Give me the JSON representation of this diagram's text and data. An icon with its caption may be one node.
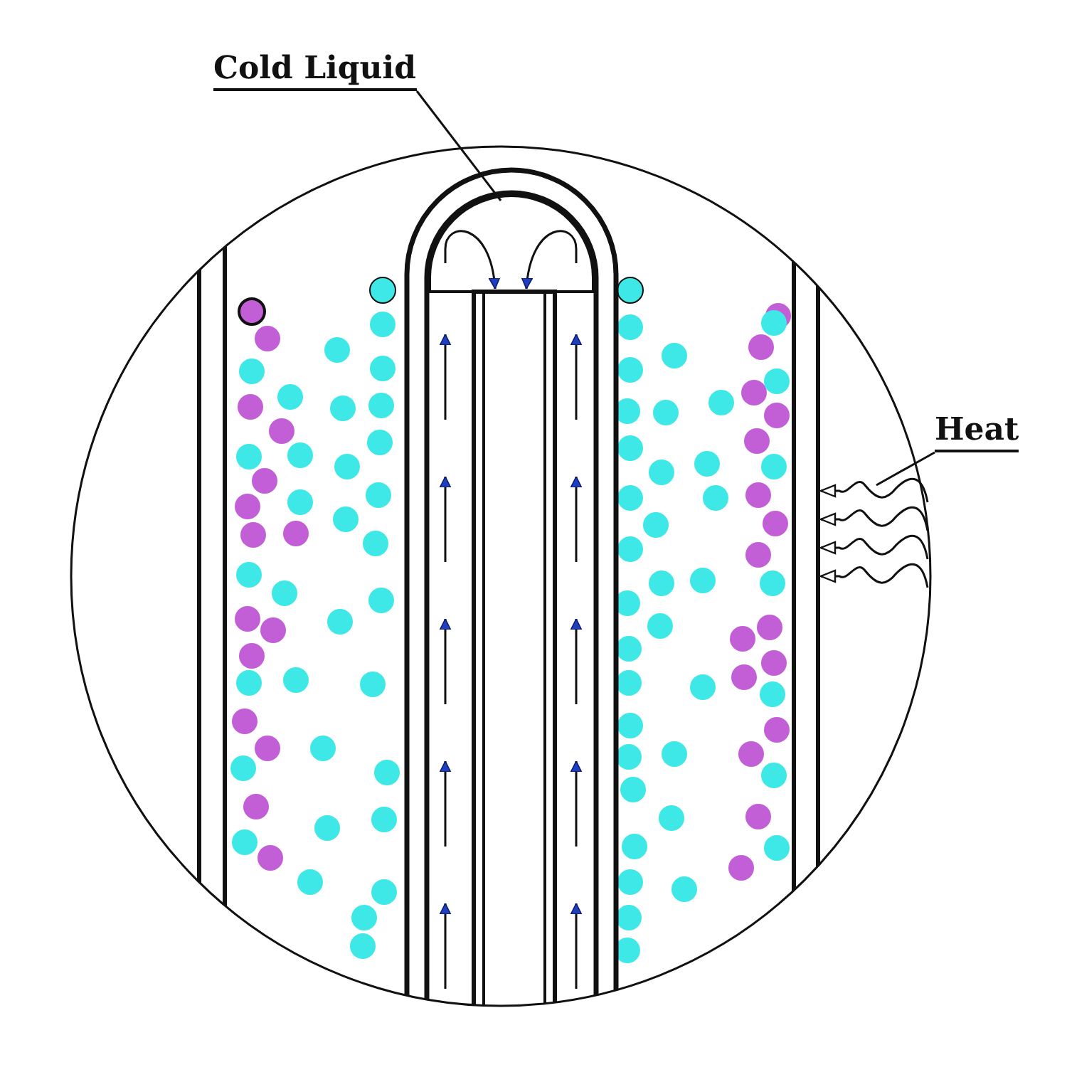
{
  "diagram": {
    "nodes": [
      {
        "text": [
          "Cold Liquid"
        ]
      },
      {
        "text": [],
        "shape": "box"
      },
      {
        "text": [
          "Heat"
        ]
      },
      {
        "text": [],
        "shape": "picture"
      }
    ],
    "edges": [
      {
        "from": 0,
        "to": 1,
        "arrow": "none"
      },
      {
        "from": 2,
        "to": 3,
        "arrow": "none"
      }
    ]
  }
}
